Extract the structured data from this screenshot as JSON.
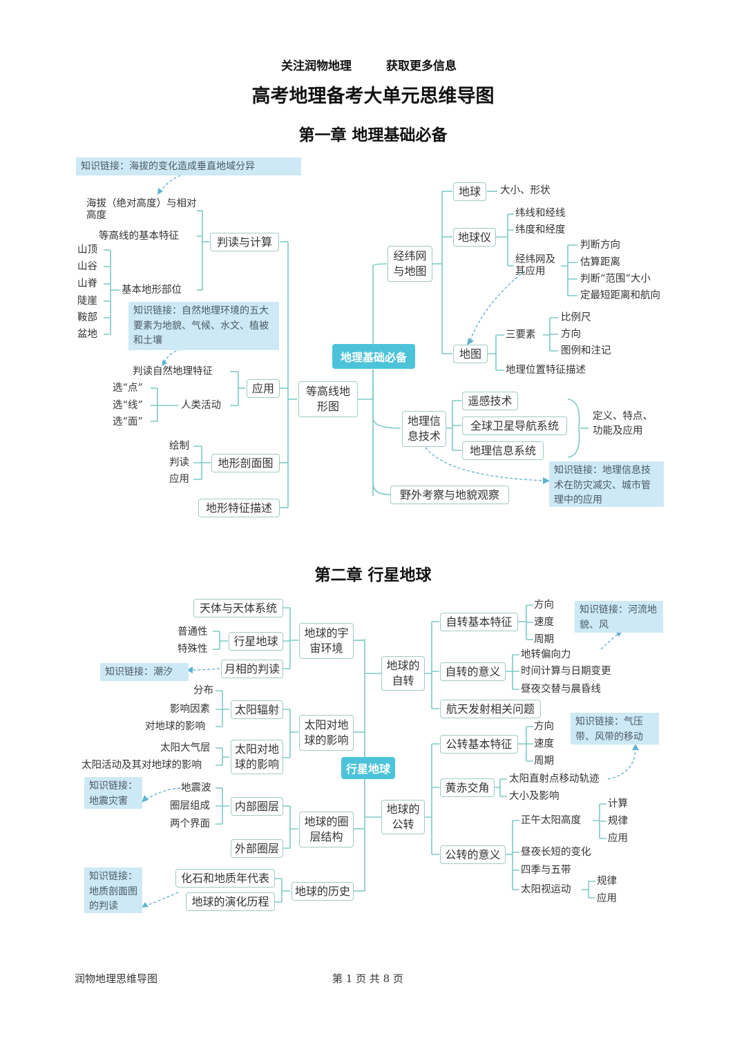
{
  "header": {
    "follow": "关注润物地理",
    "info": "获取更多信息"
  },
  "main_title": "高考地理备考大单元思维导图",
  "chapter1": {
    "title": "第一章  地理基础必备",
    "root": "地理基础必备",
    "note_altitude": "知识链接：海拔的变化造成垂直地域分异",
    "altitude": "海拔（绝对高度）与相对高度",
    "contour_features": "等高线的基本特征",
    "landforms": [
      "山顶",
      "山谷",
      "山脊",
      "陡崖",
      "鞍部",
      "盆地"
    ],
    "basic_parts": "基本地形部位",
    "read_calc": "判读与计算",
    "note_env": "知识链接：自然地理环境的五大要素为地貌、气候、水文、植被和土壤",
    "judge_natural": "判读自然地理特征",
    "select": [
      "选“点”",
      "选“线”",
      "选“面”"
    ],
    "human_activity": "人类活动",
    "apply": "应用",
    "contour_map": "等高线地形图",
    "profile_items": [
      "绘制",
      "判读",
      "应用"
    ],
    "profile": "地形剖面图",
    "terrain_desc": "地形特征描述",
    "grid_map": "经纬网与地图",
    "earth": "地球",
    "earth_size": "大小、形状",
    "globe": "地球仪",
    "lines1": "纬线和经线",
    "lines2": "纬度和经度",
    "grid_app": "经纬网及其应用",
    "grid_uses": [
      "判断方向",
      "估算距离",
      "判断“范围”大小",
      "定最短距离和航向"
    ],
    "map": "地图",
    "three_elements": "三要素",
    "elements": [
      "比例尺",
      "方向",
      "图例和注记"
    ],
    "location_desc": "地理位置特征描述",
    "geo_info_tech": "地理信息技术",
    "rs": "遥感技术",
    "gnss": "全球卫星导航系统",
    "gis": "地理信息系统",
    "def_features": "定义、特点、功能及应用",
    "note_gis": "知识链接：地理信息技术在防灾减灾、城市管理中的应用",
    "field": "野外考察与地貌观察"
  },
  "chapter2": {
    "title": "第二章  行星地球",
    "root": "行星地球",
    "celestial": "天体与天体系统",
    "universality": "普通性",
    "particularity": "特殊性",
    "planet_earth": "行星地球",
    "moon_phase": "月相的判读",
    "note_tide": "知识链接：潮汐",
    "cosmic_env": "地球的宇宙环境",
    "distribution": "分布",
    "factors": "影响因素",
    "effect_on_earth": "对地球的影响",
    "solar_radiation": "太阳辐射",
    "solar_atmosphere": "太阳大气层",
    "solar_activity_effect": "太阳活动及其对地球的影响",
    "solar_on_earth": "太阳对地球的影响",
    "sun_effect_main": "太阳对地球的影响",
    "note_quake": "知识链接：地震灾害",
    "seismic_wave": "地震波",
    "layers": "圈层组成",
    "interfaces": "两个界面",
    "inner_layers": "内部圈层",
    "outer_layers": "外部圈层",
    "earth_layers": "地球的圈层结构",
    "note_section": "知识链接：地质剖面图的判读",
    "fossils": "化石和地质年代表",
    "evolution": "地球的演化历程",
    "earth_history": "地球的历史",
    "rotation": "地球的自转",
    "rot_features": "自转基本特征",
    "rot_items": [
      "方向",
      "速度",
      "周期"
    ],
    "note_river": "知识链接：河流地貌、风",
    "rot_meaning": "自转的意义",
    "rot_meanings": [
      "地转偏向力",
      "时间计算与日期变更",
      "昼夜交替与晨昏线"
    ],
    "spaceflight": "航天发射相关问题",
    "revolution": "地球的公转",
    "rev_features": "公转基本特征",
    "rev_items": [
      "方向",
      "速度",
      "周期"
    ],
    "note_pressure": "知识链接：气压带、风带的移动",
    "obliquity": "黄赤交角",
    "obl_items": [
      "太阳直射点移动轨迹",
      "大小及影响"
    ],
    "rev_meaning": "公转的意义",
    "noon_sun": "正午太阳高度",
    "noon_items": [
      "计算",
      "规律",
      "应用"
    ],
    "day_length": "昼夜长短的变化",
    "seasons": "四季与五带",
    "sun_motion": "太阳视运动",
    "motion_items": [
      "规律",
      "应用"
    ]
  },
  "footer": {
    "left": "润物地理思维导图",
    "page": "第 1 页 共 8 页"
  }
}
